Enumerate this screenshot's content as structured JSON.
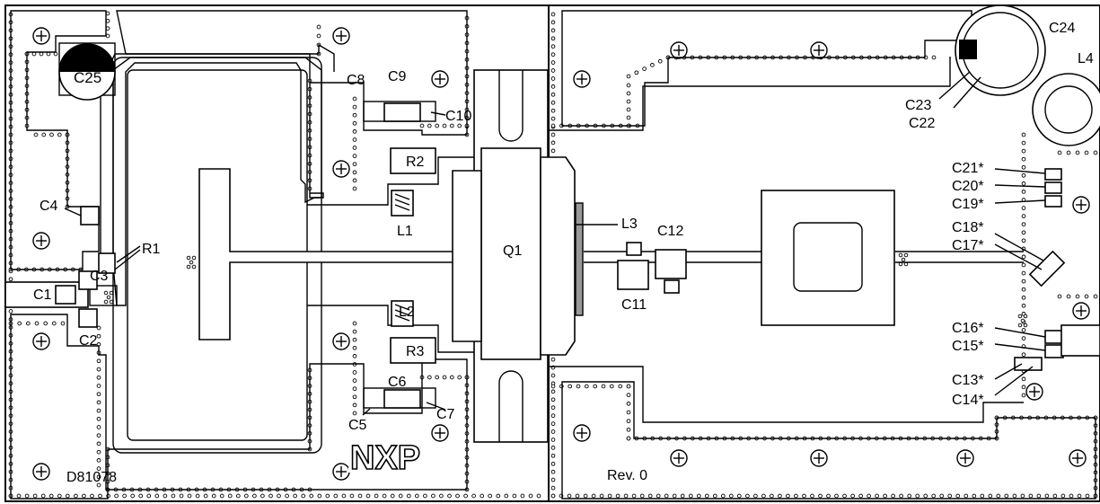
{
  "board": {
    "part_number": "D81078",
    "revision": "Rev. 0",
    "logo_text": "NXP"
  },
  "components": {
    "C1": "C1",
    "C2": "C2",
    "C3": "C3",
    "C4": "C4",
    "C5": "C5",
    "C6": "C6",
    "C7": "C7",
    "C8": "C8",
    "C9": "C9",
    "C10": "C10",
    "C11": "C11",
    "C12": "C12",
    "C13": "C13*",
    "C14": "C14*",
    "C15": "C15*",
    "C16": "C16*",
    "C17": "C17*",
    "C18": "C18*",
    "C19": "C19*",
    "C20": "C20*",
    "C21": "C21*",
    "C22": "C22",
    "C23": "C23",
    "C24": "C24",
    "C25": "C25",
    "L1": "L1",
    "L2": "L2",
    "L3": "L3",
    "L4": "L4",
    "R1": "R1",
    "R2": "R2",
    "R3": "R3",
    "Q1": "Q1"
  }
}
